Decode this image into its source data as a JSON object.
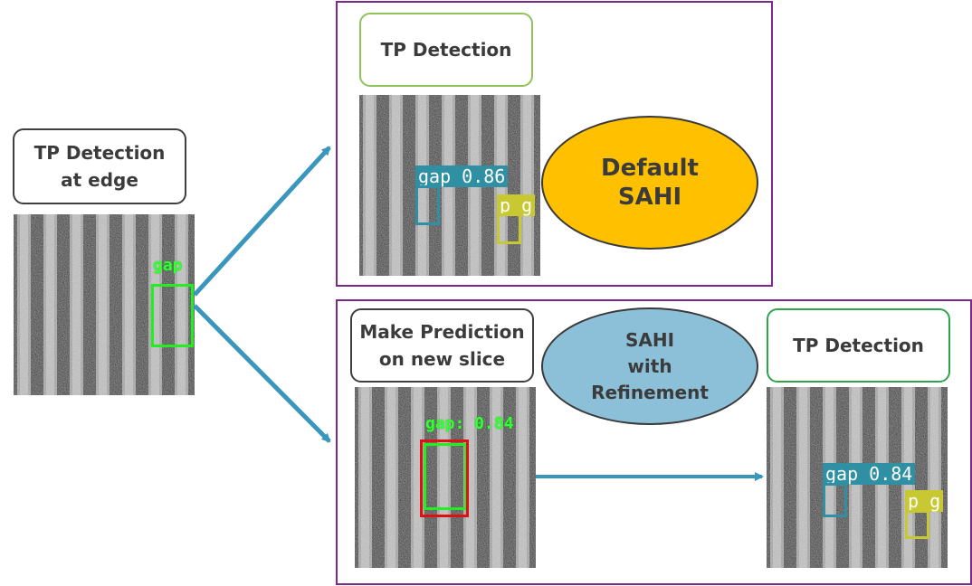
{
  "left": {
    "title_line1": "TP Detection",
    "title_line2": "at edge",
    "gap_label": "gap"
  },
  "top_panel": {
    "title": "TP Detection",
    "method_line1": "Default",
    "method_line2": "SAHI",
    "gap_label": "gap  0.86",
    "pg_label": "p_g"
  },
  "bottom_panel": {
    "pred_line1": "Make Prediction",
    "pred_line2": "on new slice",
    "method_line1": "SAHI",
    "method_line2": "with",
    "method_line3": "Refinement",
    "result_title": "TP Detection",
    "pred_gap_label": "gap: 0.84",
    "result_gap_label": "gap  0.84",
    "result_pg_label": "p_g"
  },
  "colors": {
    "frame": "#7b2a8a",
    "arrow": "#3a96bd",
    "default_sahi": "#ffc000",
    "refined_sahi": "#8cc0d9",
    "green_box": "#22ee22",
    "teal_box": "#2f8fa3",
    "yellow_box": "#c8c832",
    "red_box": "#dd1111"
  }
}
